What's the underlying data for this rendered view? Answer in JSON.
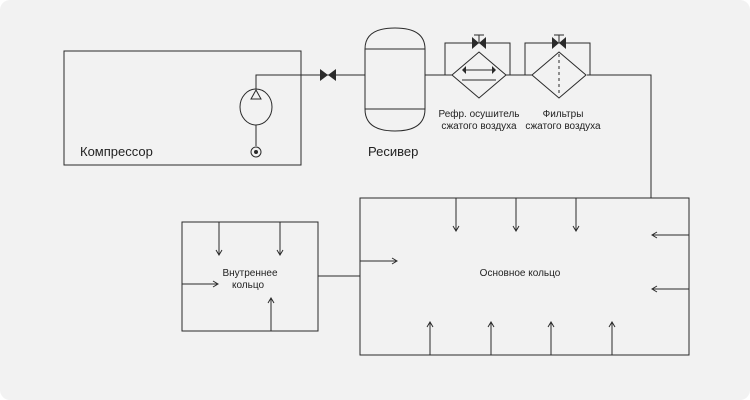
{
  "labels": {
    "compressor": "Компрессор",
    "receiver": "Ресивер",
    "dryer_line1": "Рефр. осушитель",
    "dryer_line2": "сжатого воздуха",
    "filters_line1": "Фильтры",
    "filters_line2": "сжатого воздуха",
    "inner_ring_line1": "Внутреннее",
    "inner_ring_line2": "кольцо",
    "main_ring": "Основное кольцо"
  },
  "colors": {
    "background": "#f2f2f2",
    "line": "#2a2a2a",
    "text": "#222222"
  },
  "icons": [
    "valve-icon",
    "filter-icon",
    "dryer-icon",
    "pump-icon",
    "drain-icon",
    "arrow-icon"
  ]
}
